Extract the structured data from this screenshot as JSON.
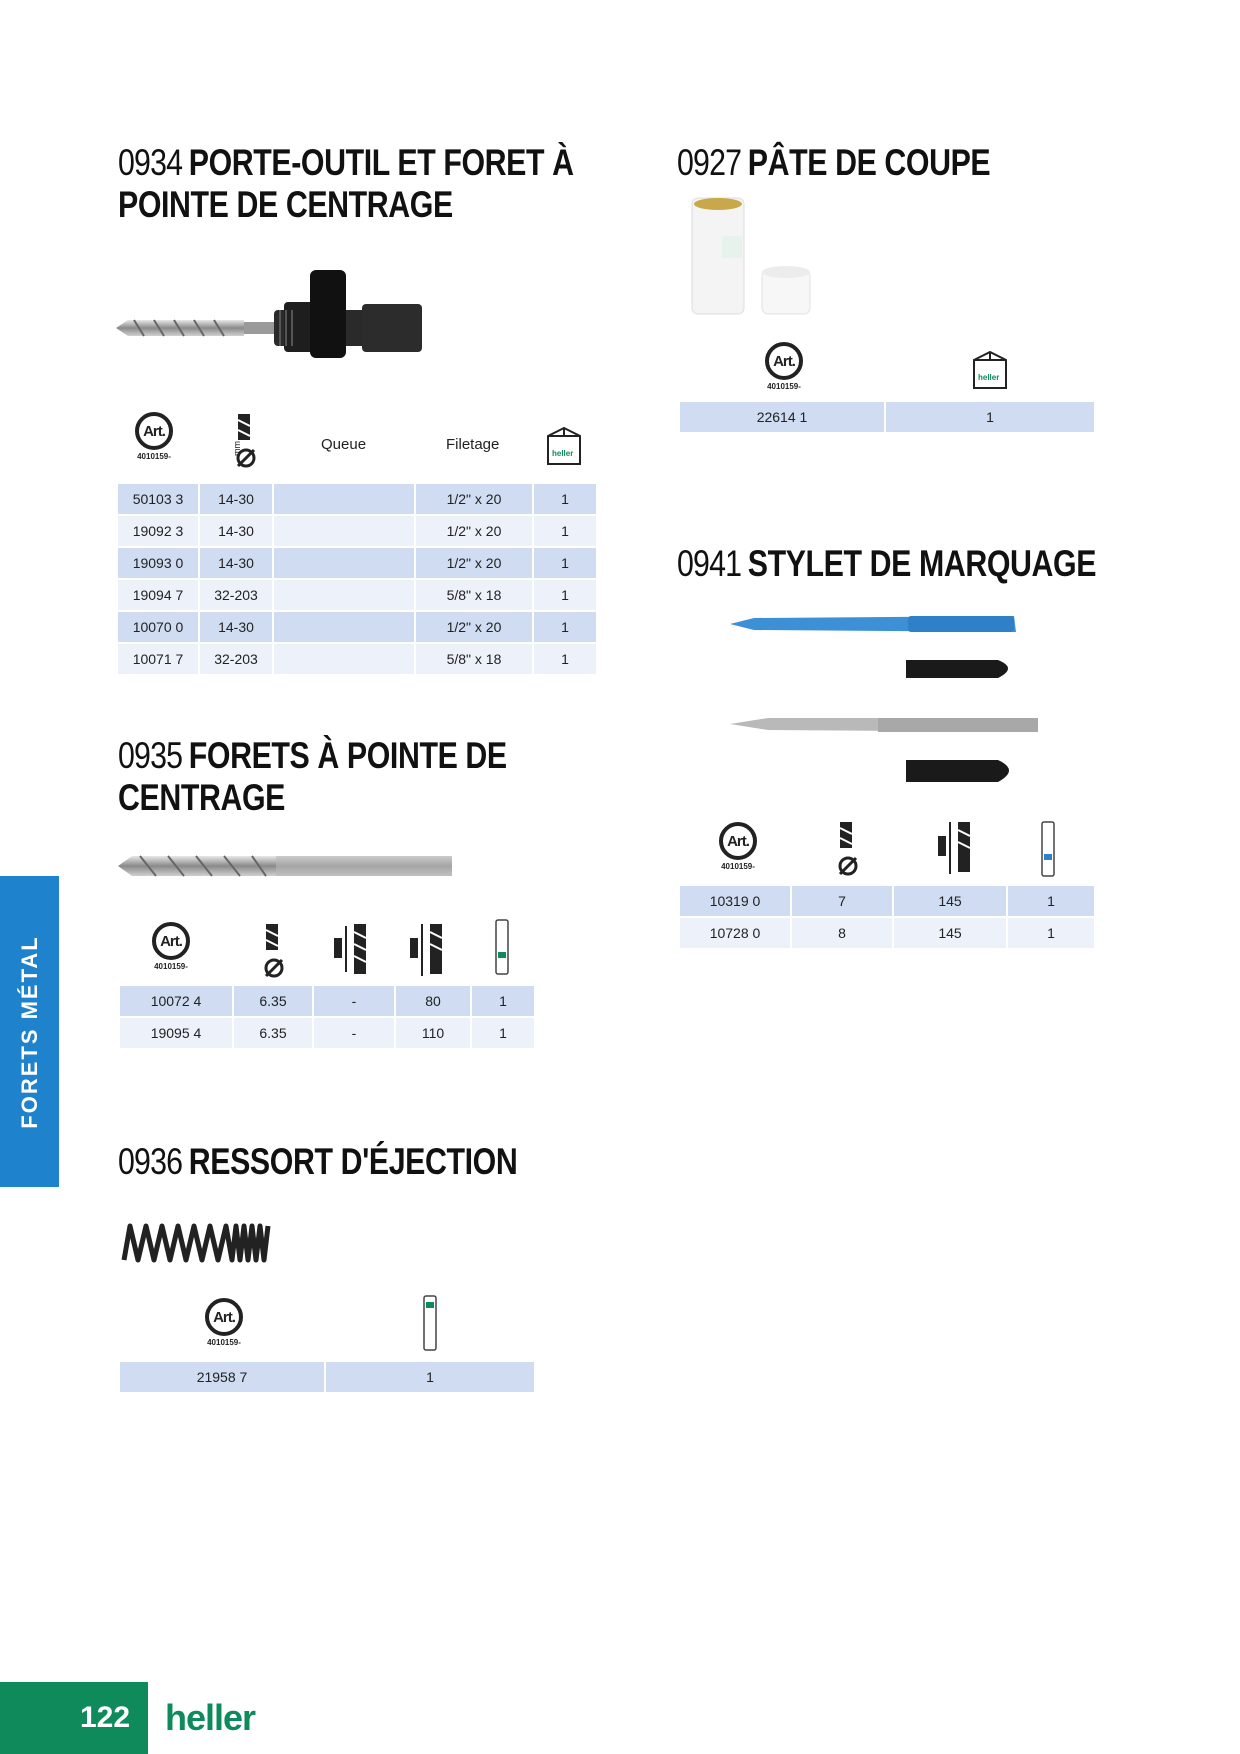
{
  "sections": {
    "s0934": {
      "code": "0934",
      "title_line1": "PORTE-OUTIL ET FORET À",
      "title_line2": "POINTE DE CENTRAGE",
      "art_number": "4010159-",
      "headers": {
        "queue": "Queue",
        "filetage": "Filetage"
      },
      "rows": [
        [
          "50103 3",
          "14-30",
          "",
          "1/2\" x 20",
          "1"
        ],
        [
          "19092 3",
          "14-30",
          "",
          "1/2\" x 20",
          "1"
        ],
        [
          "19093 0",
          "14-30",
          "",
          "1/2\" x 20",
          "1"
        ],
        [
          "19094 7",
          "32-203",
          "",
          "5/8\" x 18",
          "1"
        ],
        [
          "10070 0",
          "14-30",
          "",
          "1/2\" x 20",
          "1"
        ],
        [
          "10071 7",
          "32-203",
          "",
          "5/8\" x 18",
          "1"
        ]
      ]
    },
    "s0935": {
      "code": "0935",
      "title_line1": "FORETS À POINTE DE",
      "title_line2": "CENTRAGE",
      "art_number": "4010159-",
      "rows": [
        [
          "10072 4",
          "6.35",
          "-",
          "80",
          "1"
        ],
        [
          "19095 4",
          "6.35",
          "-",
          "110",
          "1"
        ]
      ]
    },
    "s0936": {
      "code": "0936",
      "title_line1": "RESSORT D'ÉJECTION",
      "art_number": "4010159-",
      "rows": [
        [
          "21958 7",
          "1"
        ]
      ]
    },
    "s0927": {
      "code": "0927",
      "title_line1": "PÂTE DE COUPE",
      "art_number": "4010159-",
      "rows": [
        [
          "22614 1",
          "1"
        ]
      ]
    },
    "s0941": {
      "code": "0941",
      "title_line1": "STYLET DE MARQUAGE",
      "art_number": "4010159-",
      "rows": [
        [
          "10319 0",
          "7",
          "145",
          "1"
        ],
        [
          "10728 0",
          "8",
          "145",
          "1"
        ]
      ]
    }
  },
  "icons": {
    "art": "Art.",
    "mm": "mm",
    "box_brand": "heller"
  },
  "sidebar_label": "FORETS MÉTAL",
  "page_number": "122",
  "brand": "heller"
}
